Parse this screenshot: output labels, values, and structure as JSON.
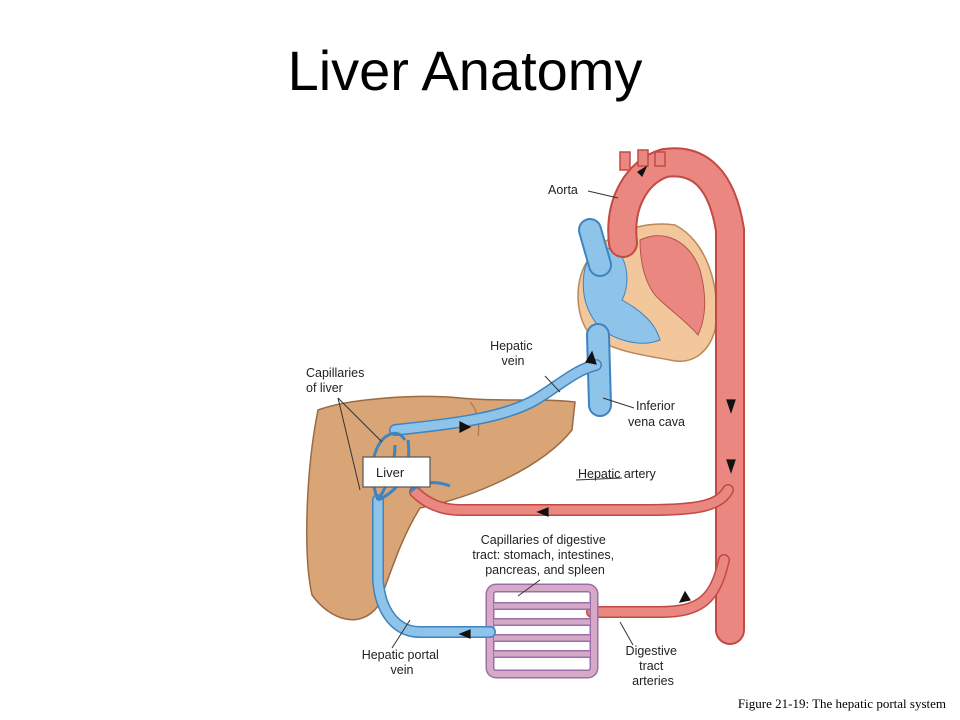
{
  "slide": {
    "title": "Liver Anatomy",
    "caption": "Figure 21-19: The hepatic portal system"
  },
  "diagram": {
    "labels": {
      "aorta": "Aorta",
      "hepatic_vein": [
        "Hepatic",
        "vein"
      ],
      "capillaries_liver": [
        "Capillaries",
        "of liver"
      ],
      "inferior_vena_cava": [
        "Inferior",
        "vena cava"
      ],
      "liver": "Liver",
      "hepatic_artery": "Hepatic artery",
      "capillaries_digestive": [
        "Capillaries of digestive",
        "tract: stomach, intestines,",
        "pancreas, and spleen"
      ],
      "hepatic_portal_vein": [
        "Hepatic portal",
        "vein"
      ],
      "digestive_arteries": [
        "Digestive",
        "tract",
        "arteries"
      ]
    },
    "colors": {
      "artery": "#e98780",
      "artery_dark": "#c24a44",
      "vein": "#8ec3ea",
      "vein_dark": "#3f83bf",
      "liver": "#d9a577",
      "heart_tissue": "#f3c79c"
    }
  }
}
